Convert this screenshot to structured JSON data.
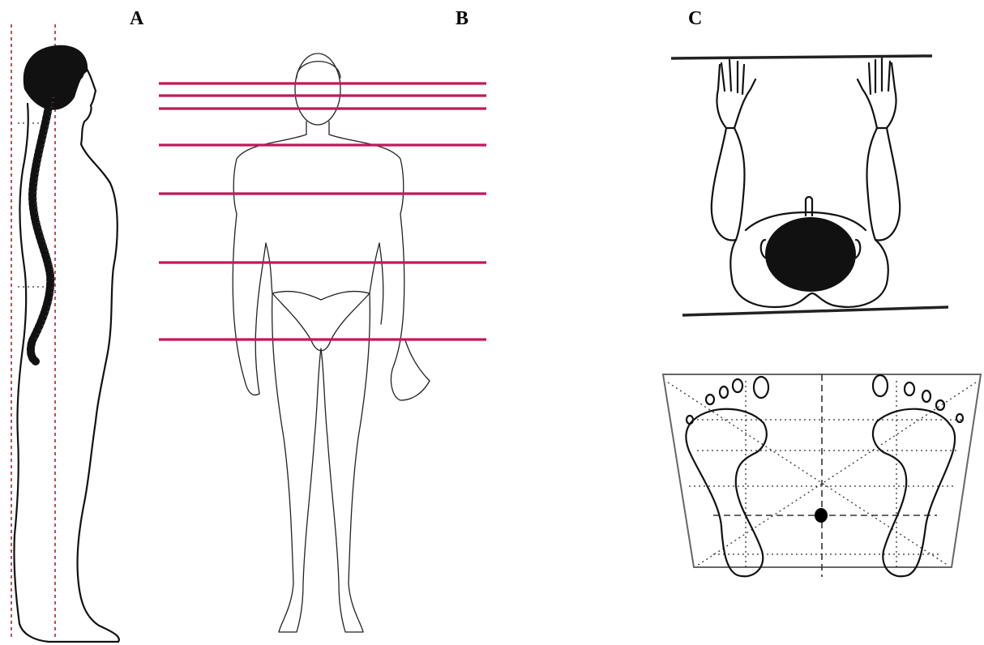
{
  "labels": {
    "a": "A",
    "b": "B",
    "c": "C"
  },
  "colors": {
    "reference_lines": "#c2185b",
    "plumb_lines": "#9b2a35",
    "ink": "#111111"
  },
  "icons": [
    "side-view-figure",
    "front-view-figure",
    "desk-top-view",
    "footprint-platform"
  ]
}
